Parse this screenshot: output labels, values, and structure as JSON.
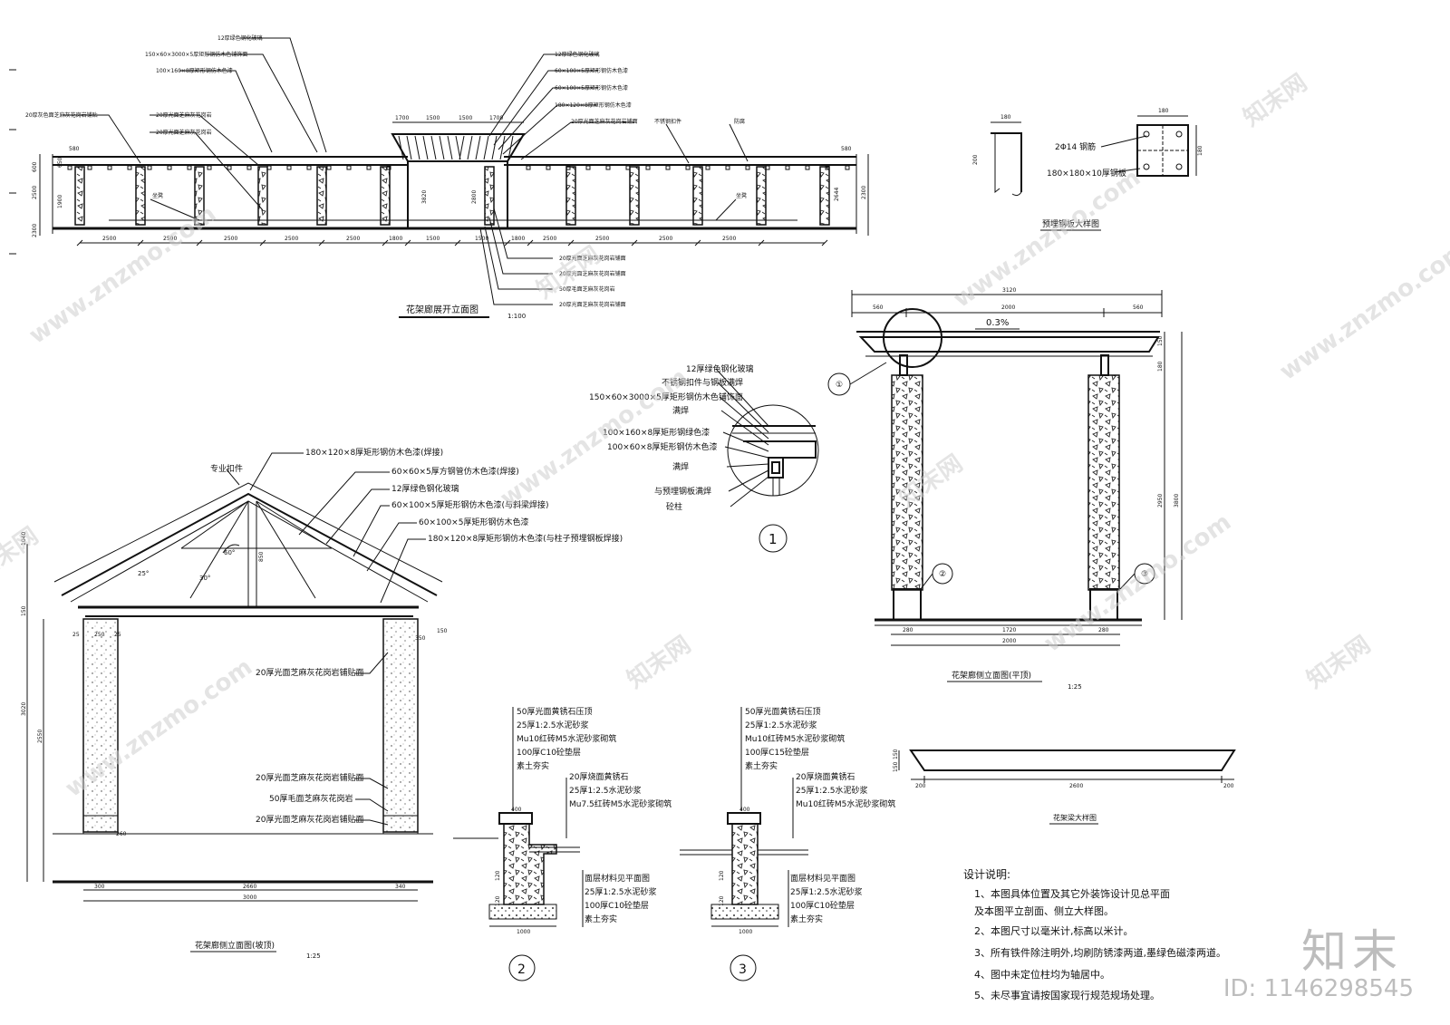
{
  "drawings": {
    "main_elevation": {
      "title": "花架廊展开立面图",
      "scale": "1:100",
      "top_labels": [
        "12厚绿色钢化玻璃",
        "150×60×3000×5厚矩形钢仿木色铺饰面",
        "100×160×8厚矩形钢仿木色漆",
        "20厚灰色面芝麻灰花岗岩铺贴",
        "20厚光面芝麻灰花岗岩",
        "20厚光面芝麻灰花岗岩"
      ],
      "right_labels": [
        "12厚绿色钢化玻璃",
        "60×100×5厚矩形钢仿木色漆",
        "60×100×5厚矩形钢仿木色漆",
        "180×120×8厚矩形钢仿木色漆",
        "20厚光面芝麻灰花岗岩铺面",
        "不锈钢扣件",
        "防腐"
      ],
      "bottom_right_labels": [
        "20厚光面芝麻灰花岗岩铺面",
        "20厚光面芝麻灰花岗岩铺面",
        "50厚毛面芝麻灰花岗岩",
        "20厚光面芝麻灰花岗岩铺面"
      ],
      "tags": [
        "坐凳",
        "坐凳"
      ],
      "dims": [
        "2500",
        "2500",
        "2500",
        "2500",
        "2500",
        "1800",
        "1500",
        "1500",
        "1800",
        "2500",
        "2500",
        "2500",
        "2500"
      ],
      "top_dims": [
        "1700",
        "1500",
        "1500",
        "1700"
      ],
      "left_dims": [
        "600",
        "2500",
        "1900",
        "650",
        "2300"
      ],
      "right_dims": [
        "2300",
        "2644",
        "3820",
        "2800"
      ],
      "side_marks": [
        "580",
        "580"
      ]
    },
    "steel_plate": {
      "title": "预埋钢板大样图",
      "labels": [
        "2Φ14 钢筋",
        "180×180×10厚钢板"
      ],
      "dims": [
        "180",
        "200",
        "180",
        "180"
      ]
    },
    "flat_side": {
      "title": "花架廊侧立面图(平顶)",
      "scale": "1:25",
      "top_dims": [
        "560",
        "2000",
        "560"
      ],
      "overall": "3120",
      "slope": "0.3%",
      "bottom_dims": [
        "280",
        "1720",
        "280"
      ],
      "bottom_total": "2000",
      "right_dims": [
        "2950",
        "3800",
        "150",
        "180"
      ],
      "callouts": [
        "①",
        "②",
        "③"
      ]
    },
    "detail1": {
      "marker": "1",
      "labels": [
        "12厚绿色钢化玻璃",
        "不锈钢扣件与钢板满焊",
        "150×60×3000×5厚矩形钢仿木色铺饰面",
        "满焊",
        "100×160×8厚矩形钢绿色漆",
        "100×60×8厚矩形钢仿木色漆",
        "满焊",
        "与预埋钢板满焊",
        "砼柱"
      ]
    },
    "slope_side": {
      "title": "花架廊侧立面图(坡顶)",
      "scale": "1:25",
      "labels": [
        "180×120×8厚矩形钢仿木色漆(焊接)",
        "专业扣件",
        "60×60×5厚方钢管仿木色漆(焊接)",
        "12厚绿色钢化玻璃",
        "60×100×5厚矩形钢仿木色漆(与斜梁焊接)",
        "60×100×5厚矩形钢仿木色漆",
        "180×120×8厚矩形钢仿木色漆(与柱子预埋钢板焊接)",
        "20厚光面芝麻灰花岗岩铺贴面",
        "20厚光面芝麻灰花岗岩铺贴面",
        "50厚毛面芝麻灰花岗岩",
        "20厚光面芝麻灰花岗岩铺贴面"
      ],
      "angles": [
        "60°",
        "25°",
        "30°"
      ],
      "dims": [
        "25",
        "250",
        "25",
        "300",
        "260",
        "340",
        "2660",
        "3000",
        "1040",
        "150",
        "3020",
        "2550",
        "850",
        "350",
        "150"
      ]
    },
    "detail2": {
      "marker": "2",
      "labels_top": [
        "50厚光面黄锈石压顶",
        "25厚1:2.5水泥砂浆",
        "Mu10红砖M5水泥砂浆砌筑",
        "100厚C10砼垫层",
        "素土夯实"
      ],
      "labels_mid": [
        "20厚烧面黄锈石",
        "25厚1:2.5水泥砂浆",
        "Mu7.5红砖M5水泥砂浆砌筑"
      ],
      "labels_bot": [
        "面层材料见平面图",
        "25厚1:2.5水泥砂浆",
        "100厚C10砼垫层",
        "素土夯实"
      ],
      "dims": [
        "1000",
        "400",
        "120",
        "120"
      ]
    },
    "detail3": {
      "marker": "3",
      "labels_top": [
        "50厚光面黄锈石压顶",
        "25厚1:2.5水泥砂浆",
        "Mu10红砖M5水泥砂浆砌筑",
        "100厚C15砼垫层",
        "素土夯实"
      ],
      "labels_mid": [
        "20厚烧面黄锈石",
        "25厚1:2.5水泥砂浆",
        "Mu10红砖M5水泥砂浆砌筑"
      ],
      "labels_bot": [
        "面层材料见平面图",
        "25厚1:2.5水泥砂浆",
        "100厚C10砼垫层",
        "素土夯实"
      ],
      "dims": [
        "1000",
        "400",
        "120",
        "120"
      ]
    },
    "beam_detail": {
      "title": "花架梁大样图",
      "dims": [
        "200",
        "2600",
        "200",
        "150",
        "150"
      ]
    }
  },
  "notes": {
    "heading": "设计说明:",
    "items": [
      "1、本图具体位置及其它外装饰设计见总平面",
      "   及本图平立剖面、侧立大样图。",
      "2、本图尺寸以毫米计,标高以米计。",
      "3、所有铁件除注明外,均刷防锈漆两道,墨绿色磁漆两道。",
      "4、图中未定位柱均为轴居中。",
      "5、未尽事宜请按国家现行规范规场处理。"
    ]
  },
  "watermark": {
    "brand": "知末",
    "id": "ID: 1146298545",
    "tiles": [
      "www.znzmo.com",
      "知末网",
      "www.znzmo.com",
      "知末网",
      "www.znzmo.com",
      "知末网",
      "www.znzmo.com",
      "知末网",
      "www.znzmo.com",
      "知末网",
      "www.znzmo.com",
      "知末网"
    ]
  }
}
